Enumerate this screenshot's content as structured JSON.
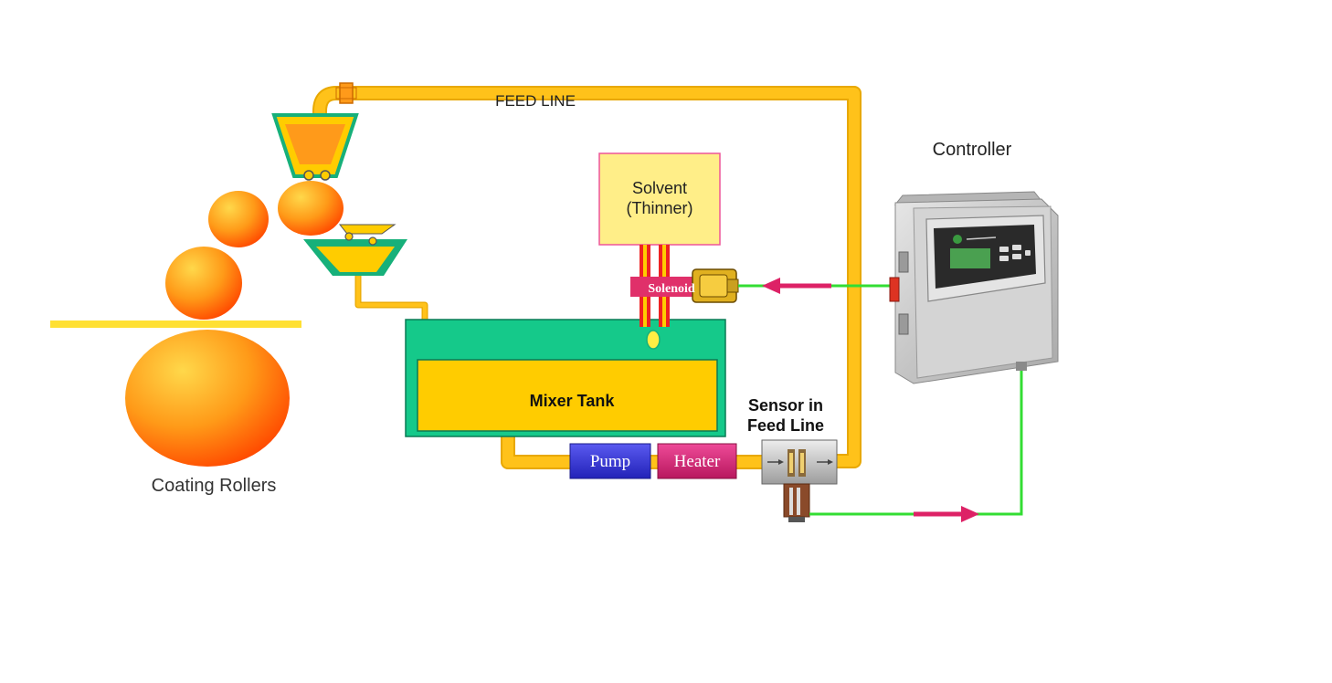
{
  "labels": {
    "feed_line": "FEED LINE",
    "controller": "Controller",
    "solvent_line1": "Solvent",
    "solvent_line2": "(Thinner)",
    "solenoid": "Solenoid",
    "mixer_tank": "Mixer Tank",
    "sensor_line1": "Sensor in",
    "sensor_line2": "Feed Line",
    "pump": "Pump",
    "heater": "Heater",
    "coating_rollers": "Coating Rollers"
  },
  "colors": {
    "pipe": "#ffc21a",
    "pipe_edge": "#e8a800",
    "tank_outer": "#15c98a",
    "tank_inner": "#ffcc00",
    "solvent_box": "#ffee88",
    "solenoid": "#e0306a",
    "pump": "#3a3ad8",
    "heater": "#d8287a",
    "signal_wire": "#33dd33",
    "signal_arrow": "#dd2266",
    "roller_light": "#ffcc33",
    "roller_dark": "#ff4a00",
    "web": "#ffe033",
    "controller_body": "#c9c9c9"
  },
  "icons": [
    "controller-unit-icon",
    "sensor-device-icon",
    "solenoid-valve-icon",
    "signal-arrow-icon"
  ]
}
